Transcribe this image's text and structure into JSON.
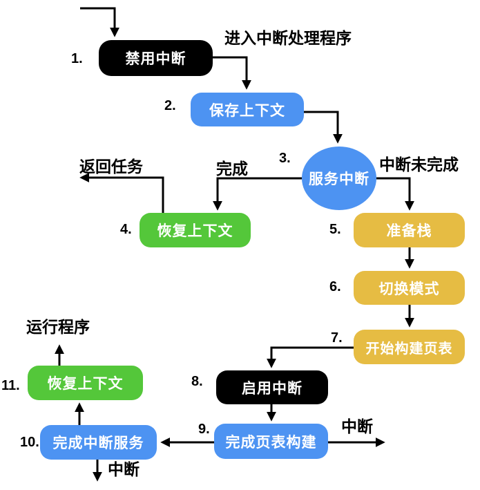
{
  "figure": {
    "description": "Interrupt handling flowchart",
    "colors": {
      "blue": "#4D93F2",
      "green": "#54C73A",
      "yellow": "#E6BC43",
      "black": "#000000",
      "line": "#000000",
      "node_text": "#ffffff"
    },
    "nodes": [
      {
        "num": "1.",
        "label": "禁用中断",
        "color": "black",
        "shape": "rect"
      },
      {
        "num": "2.",
        "label": "保存上下文",
        "color": "blue",
        "shape": "rect"
      },
      {
        "num": "3.",
        "label": "服务中断",
        "color": "blue",
        "shape": "circle"
      },
      {
        "num": "4.",
        "label": "恢复上下文",
        "color": "green",
        "shape": "rect"
      },
      {
        "num": "5.",
        "label": "准备栈",
        "color": "yellow",
        "shape": "rect"
      },
      {
        "num": "6.",
        "label": "切换模式",
        "color": "yellow",
        "shape": "rect"
      },
      {
        "num": "7.",
        "label": "开始构建页表",
        "color": "yellow",
        "shape": "rect"
      },
      {
        "num": "8.",
        "label": "启用中断",
        "color": "black",
        "shape": "rect"
      },
      {
        "num": "9.",
        "label": "完成页表构建",
        "color": "blue",
        "shape": "rect"
      },
      {
        "num": "10.",
        "label": "完成中断服务",
        "color": "blue",
        "shape": "rect"
      },
      {
        "num": "11.",
        "label": "恢复上下文",
        "color": "green",
        "shape": "rect"
      }
    ],
    "edge_labels": [
      {
        "text": "进入中断处理程序",
        "name": "enter-interrupt-handler"
      },
      {
        "text": "返回任务",
        "name": "return-to-task"
      },
      {
        "text": "完成",
        "name": "done"
      },
      {
        "text": "中断未完成",
        "name": "interrupt-not-finished"
      },
      {
        "text": "运行程序",
        "name": "run-program"
      },
      {
        "text": "中断",
        "name": "interrupt-exit-right"
      },
      {
        "text": "中断",
        "name": "interrupt-exit-down"
      }
    ]
  }
}
